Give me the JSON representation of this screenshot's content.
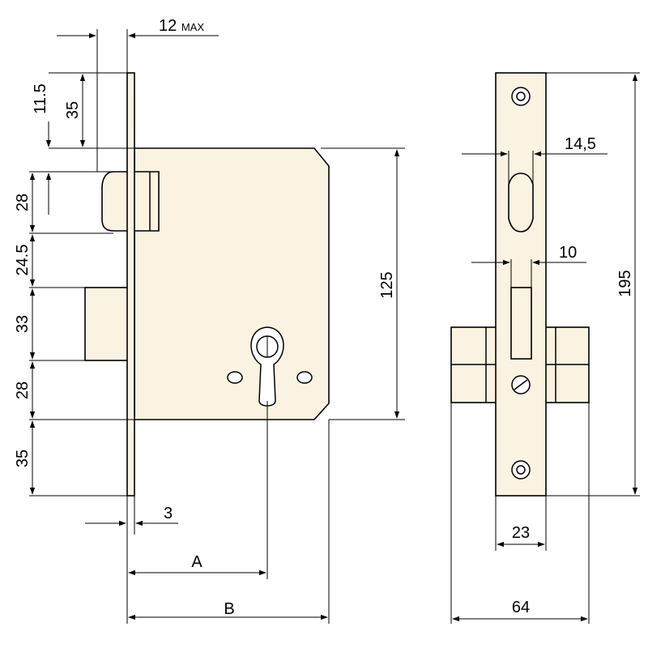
{
  "colors": {
    "stroke": "#000000",
    "part_fill": "#fbf3e1",
    "background": "#ffffff"
  },
  "front_view": {
    "dim_top": {
      "value": "12",
      "suffix": "MAX"
    },
    "left_dims": [
      "11.5",
      "35",
      "28",
      "24.5",
      "33",
      "28",
      "35"
    ],
    "height_case": "125",
    "faceplate_thickness": "3",
    "backset_a": "A",
    "backset_b": "B"
  },
  "side_view": {
    "dim_latch_width": "14,5",
    "dim_bolt_width": "10",
    "dim_total_height": "195",
    "dim_faceplate_width": "23",
    "dim_overall_width": "64"
  }
}
